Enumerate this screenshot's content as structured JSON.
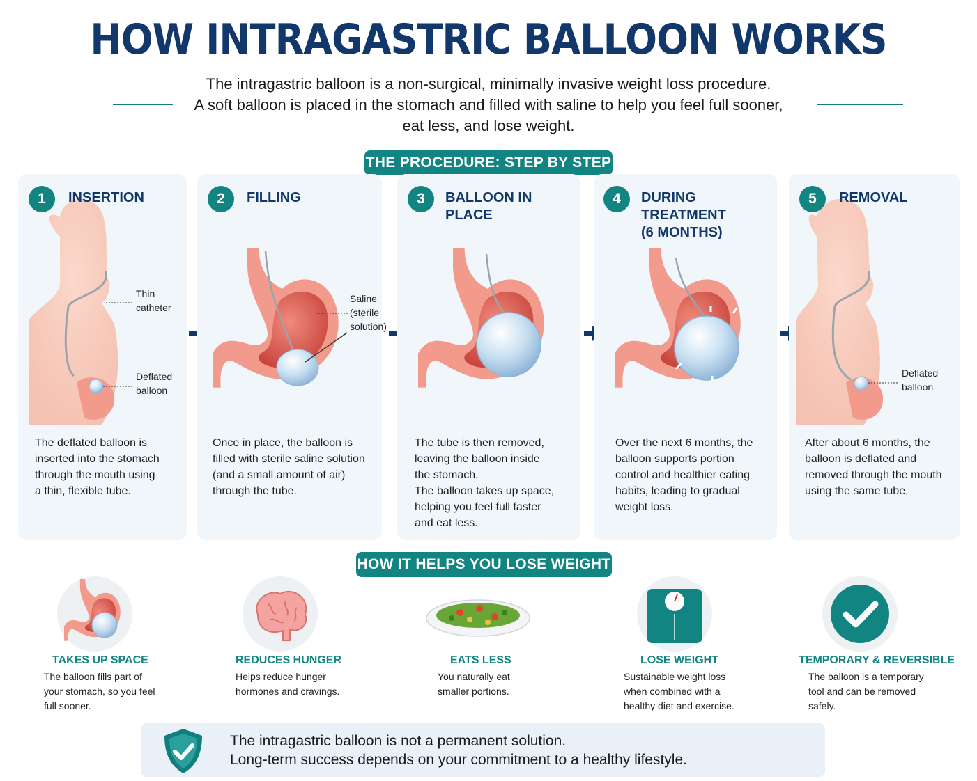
{
  "title": "HOW INTRAGASTRIC BALLOON WORKS",
  "intro": "The intragastric balloon is a non-surgical, minimally invasive weight loss procedure.\nA soft balloon is placed in the stomach and filled with saline to help you feel full sooner,\neat less, and lose weight.",
  "procedure_heading": "THE PROCEDURE: STEP BY STEP",
  "steps": [
    {
      "number": "1",
      "title": "INSERTION",
      "description": "The deflated balloon is\ninserted into the stomach\nthrough the mouth using\na thin, flexible tube.",
      "labels": [
        "Thin\ncatheter",
        "Deflated\nballoon"
      ]
    },
    {
      "number": "2",
      "title": "FILLING",
      "description": "Once in place, the balloon is\nfilled with sterile saline solution\n(and a small amount of air)\nthrough the tube.",
      "labels": [
        "Saline\n(sterile\nsolution)"
      ]
    },
    {
      "number": "3",
      "title": "BALLOON IN PLACE",
      "description": "The tube is then removed,\nleaving the balloon inside\nthe stomach.\nThe balloon takes up space,\nhelping you feel full faster\nand eat less."
    },
    {
      "number": "4",
      "title": "DURING TREATMENT\n(6 MONTHS)",
      "description": "Over the next 6 months, the\nballoon supports portion\ncontrol and healthier eating\nhabits, leading to gradual\nweight loss."
    },
    {
      "number": "5",
      "title": "REMOVAL",
      "description": "After about 6 months, the\nballoon is deflated and\nremoved through the mouth\nusing the same tube.",
      "labels": [
        "Deflated\nballoon"
      ]
    }
  ],
  "helps_heading": "HOW IT HELPS YOU LOSE WEIGHT",
  "benefits": [
    {
      "title": "TAKES UP SPACE",
      "description": "The balloon fills part of\nyour stomach, so you feel\nfull sooner.",
      "icon": "stomach-balloon-icon"
    },
    {
      "title": "REDUCES HUNGER",
      "description": "Helps reduce hunger\nhormones and cravings.",
      "icon": "brain-icon"
    },
    {
      "title": "EATS LESS",
      "description": "You naturally eat\nsmaller portions.",
      "icon": "salad-plate-icon"
    },
    {
      "title": "LOSE WEIGHT",
      "description": "Sustainable weight loss\nwhen combined with a\nhealthy diet and exercise.",
      "icon": "scale-icon"
    },
    {
      "title": "TEMPORARY & REVERSIBLE",
      "description": "The balloon is a temporary\ntool and can be removed\nsafely.",
      "icon": "checkmark-icon"
    }
  ],
  "note": "The intragastric balloon is not a permanent solution.\nLong-term success depends on your commitment to a healthy lifestyle.",
  "colors": {
    "navy": "#12386b",
    "teal": "#128482",
    "stomach": "#e0665e",
    "balloon": "#bcd8ee",
    "card": "#f1f6fa"
  }
}
